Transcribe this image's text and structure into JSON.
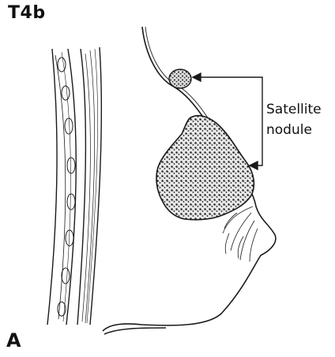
{
  "figure": {
    "stage_label": "T4b",
    "panel_label": "A",
    "annotation": {
      "line1": "Satellite",
      "line2": "nodule"
    },
    "colors": {
      "ink": "#1a1a1a",
      "background": "#ffffff"
    },
    "icons": [
      "muscle-illustration",
      "breast-profile-illustration",
      "tumor-mass",
      "satellite-nodule",
      "callout-bracket-arrows"
    ]
  }
}
